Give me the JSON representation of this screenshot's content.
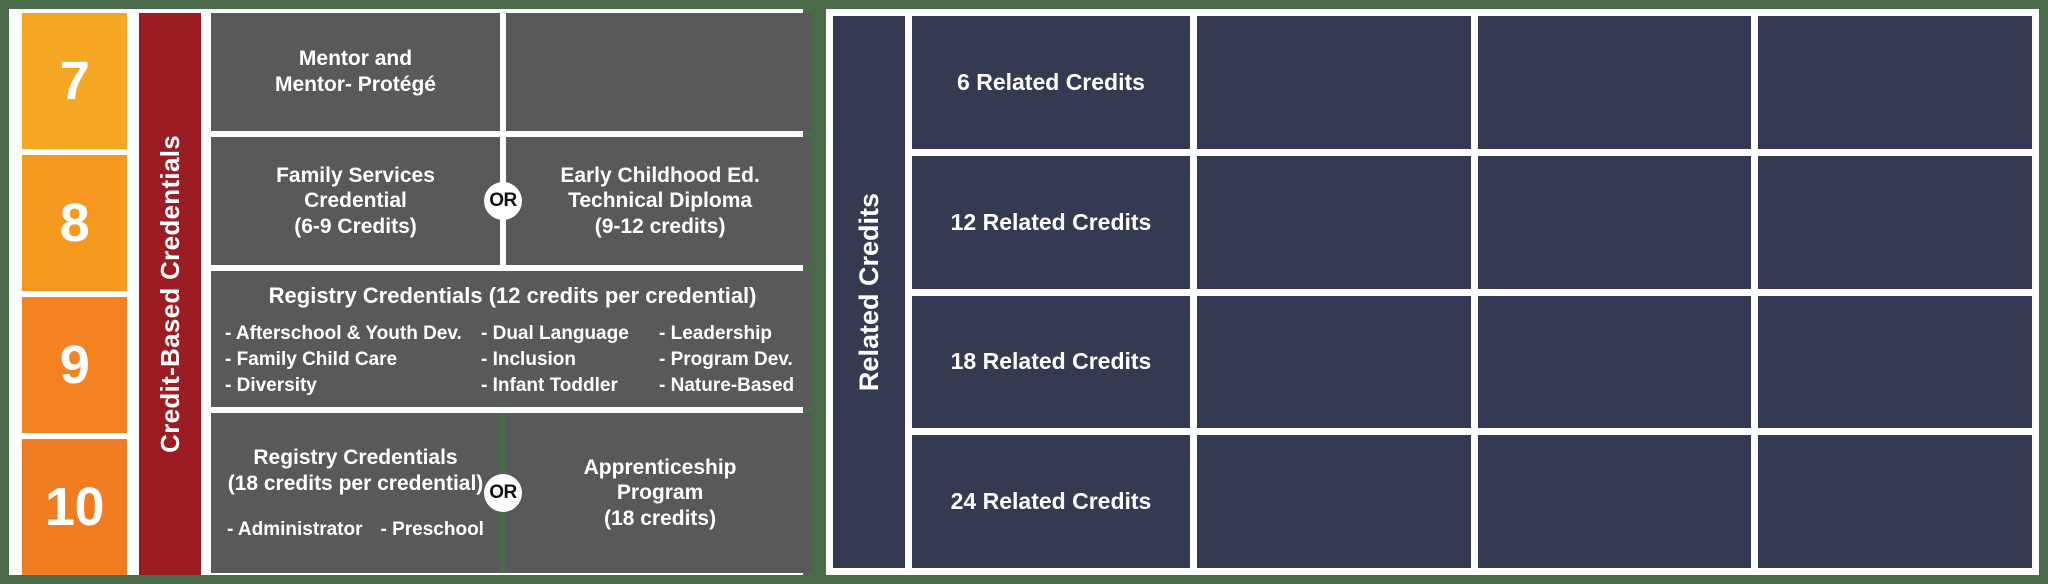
{
  "colors": {
    "outer_border_green": "#4a6b4a",
    "panel_background": "#ffffff",
    "credit_band_red": "#9c1c24",
    "credit_cell_grey": "#58595b",
    "related_band_navy": "#333a52",
    "level_7_orange": "#f5a623",
    "level_8_orange": "#f59a1e",
    "level_9_orange": "#f58220",
    "level_10_orange": "#f07d22",
    "or_badge_background": "#ffffff",
    "or_badge_text": "#111111",
    "text_white": "#ffffff"
  },
  "left_panel": {
    "band_label": "Credit-Based Credentials",
    "levels": [
      {
        "number": "7",
        "color": "#f5a623"
      },
      {
        "number": "8",
        "color": "#f59a1e"
      },
      {
        "number": "9",
        "color": "#f58220"
      },
      {
        "number": "10",
        "color": "#f07d22"
      }
    ],
    "rows": {
      "mentor": {
        "line1": "Mentor and",
        "line2": "Mentor- Protégé",
        "empty_cell_text": ""
      },
      "credential_choice": {
        "or_label": "OR",
        "left": {
          "line1": "Family Services",
          "line2": "Credential",
          "line3": "(6-9 Credits)"
        },
        "right": {
          "line1": "Early Childhood Ed.",
          "line2": "Technical Diploma",
          "line3": "(9-12 credits)"
        }
      },
      "registry_12": {
        "title": "Registry Credentials (12 credits per credential)",
        "columns": [
          [
            "- Afterschool & Youth Dev.",
            "- Family Child Care",
            "- Diversity"
          ],
          [
            "- Dual Language",
            "- Inclusion",
            "- Infant Toddler"
          ],
          [
            "- Leadership",
            "- Program Dev.",
            "- Nature-Based"
          ]
        ]
      },
      "registry_18": {
        "or_label": "OR",
        "left": {
          "line1": "Registry Credentials",
          "line2": "(18 credits per credential)",
          "items": [
            "- Administrator",
            "- Preschool"
          ]
        },
        "right": {
          "line1": "Apprenticeship",
          "line2": "Program",
          "line3": "(18 credits)"
        }
      }
    }
  },
  "right_panel": {
    "band_label": "Related Credits",
    "rows": [
      {
        "label": "6 Related Credits",
        "blank_cells": 3
      },
      {
        "label": "12 Related Credits",
        "blank_cells": 3
      },
      {
        "label": "18 Related Credits",
        "blank_cells": 3
      },
      {
        "label": "24 Related Credits",
        "blank_cells": 3
      }
    ]
  }
}
